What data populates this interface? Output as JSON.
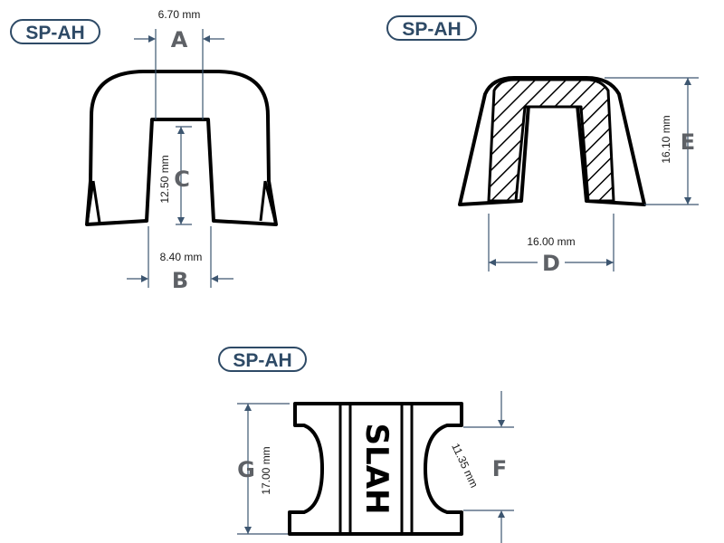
{
  "labels": {
    "front_badge": "SP-AH",
    "section_badge": "SP-AH",
    "top_badge": "SP-AH",
    "brand_mark": "SLAH"
  },
  "dimensions": {
    "A": {
      "letter": "A",
      "value": "6.70 mm"
    },
    "B": {
      "letter": "B",
      "value": "8.40 mm"
    },
    "C": {
      "letter": "C",
      "value": "12.50 mm"
    },
    "D": {
      "letter": "D",
      "value": "16.00 mm"
    },
    "E": {
      "letter": "E",
      "value": "16.10 mm"
    },
    "F": {
      "letter": "F",
      "value": "11.35 mm"
    },
    "G": {
      "letter": "G",
      "value": "17.00 mm"
    }
  },
  "colors": {
    "badge_border": "#2e4a66",
    "dimension_line": "#3d5670",
    "letter": "#5e6166",
    "outline": "#000000"
  }
}
